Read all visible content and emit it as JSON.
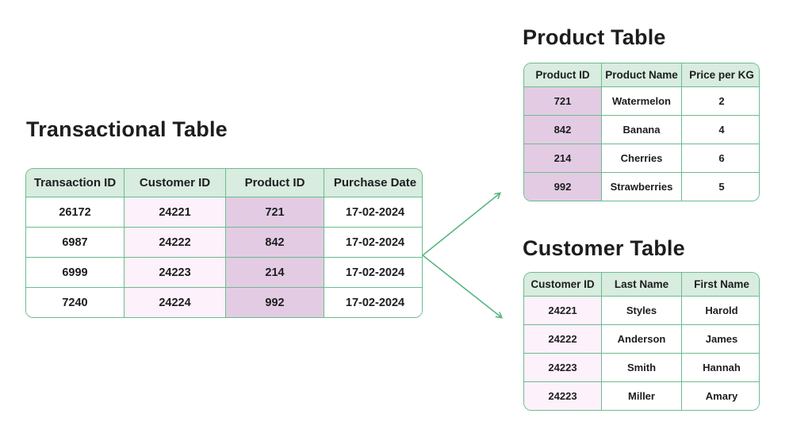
{
  "colors": {
    "table_header_bg": "#d8ecdf",
    "table_border": "#6abc8e",
    "customer_id_highlight": "#fdf1fb",
    "product_id_highlight": "#e3cce3",
    "arrow": "#58b681",
    "text": "#1d1d1f"
  },
  "transactional_table": {
    "title": "Transactional Table",
    "headers": [
      "Transaction ID",
      "Customer ID",
      "Product ID",
      "Purchase Date"
    ],
    "col_highlights": {
      "1": "pink",
      "2": "mauve"
    },
    "rows": [
      [
        "26172",
        "24221",
        "721",
        "17-02-2024"
      ],
      [
        "6987",
        "24222",
        "842",
        "17-02-2024"
      ],
      [
        "6999",
        "24223",
        "214",
        "17-02-2024"
      ],
      [
        "7240",
        "24224",
        "992",
        "17-02-2024"
      ]
    ]
  },
  "product_table": {
    "title": "Product Table",
    "headers": [
      "Product ID",
      "Product Name",
      "Price per KG"
    ],
    "col_highlights": {
      "0": "mauve"
    },
    "rows": [
      [
        "721",
        "Watermelon",
        "2"
      ],
      [
        "842",
        "Banana",
        "4"
      ],
      [
        "214",
        "Cherries",
        "6"
      ],
      [
        "992",
        "Strawberries",
        "5"
      ]
    ]
  },
  "customer_table": {
    "title": "Customer Table",
    "headers": [
      "Customer ID",
      "Last Name",
      "First Name"
    ],
    "col_highlights": {
      "0": "pink"
    },
    "rows": [
      [
        "24221",
        "Styles",
        "Harold"
      ],
      [
        "24222",
        "Anderson",
        "James"
      ],
      [
        "24223",
        "Smith",
        "Hannah"
      ],
      [
        "24223",
        "Miller",
        "Amary"
      ]
    ]
  }
}
